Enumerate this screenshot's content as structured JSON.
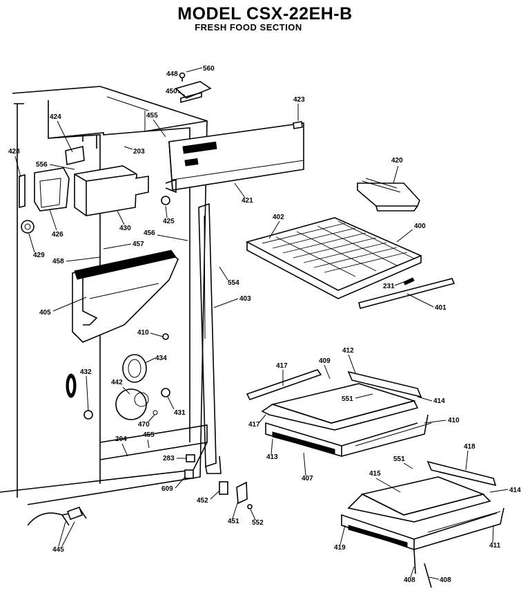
{
  "header": {
    "title": "MODEL CSX-22EH-B",
    "subtitle": "FRESH FOOD SECTION"
  },
  "part_labels": {
    "p448": "448",
    "p560": "560",
    "p450": "450",
    "p423": "423",
    "p424": "424",
    "p455a": "455",
    "p203": "203",
    "p428": "428",
    "p556": "556",
    "p420": "420",
    "p421": "421",
    "p426": "426",
    "p430": "430",
    "p425": "425",
    "p402": "402",
    "p400": "400",
    "p456": "456",
    "p429": "429",
    "p457": "457",
    "p458": "458",
    "p554": "554",
    "p231": "231",
    "p403": "403",
    "p401": "401",
    "p405": "405",
    "p410a": "410",
    "p434": "434",
    "p412": "412",
    "p417a": "417",
    "p409a": "409",
    "p432": "432",
    "p442": "442",
    "p551a": "551",
    "p414a": "414",
    "p417b": "417",
    "p431": "431",
    "p470b": "470",
    "p410b": "410",
    "p204": "204",
    "p455b": "455",
    "p413": "413",
    "p283": "283",
    "p418": "418",
    "p551b": "551",
    "p407": "407",
    "p609": "609",
    "p415": "415",
    "p414b": "414",
    "p452": "452",
    "p451": "451",
    "p552": "552",
    "p419": "419",
    "p411": "411",
    "p445": "445",
    "p408a": "408",
    "p408b": "408"
  }
}
